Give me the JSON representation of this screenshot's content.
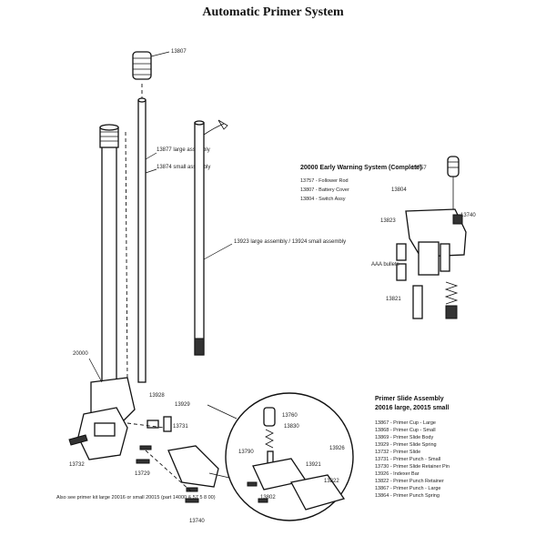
{
  "title": "Automatic Primer System",
  "callouts": {
    "top_cap": "13807",
    "tube_large": "13877 large assembly",
    "tube_small": "13874 small assembly",
    "rod": "13923 large assembly / 13924 small assembly",
    "body": "20000",
    "p1": "13928",
    "p2": "13929",
    "p3": "13731",
    "p4": "13732",
    "p5": "13729",
    "p6": "13740",
    "p7": "13760",
    "p8": "13830",
    "p9": "13926",
    "p10": "13790",
    "p11": "13921",
    "p12": "13822",
    "p13": "13802",
    "sys_top": "13757",
    "sys_a": "13804",
    "sys_b": "13823",
    "sys_c": "13740",
    "sys_d": "13821",
    "sys_e": "AAA bullets"
  },
  "safety_box": {
    "title": "20000 Early Warning System (Complete)",
    "items": [
      "13757 - Follower Rod",
      "13807 - Battery Cover",
      "13804 - Switch Assy"
    ]
  },
  "slide_legend": {
    "title": "Primer Slide Assembly",
    "subtitle": "20016 large, 20015 small",
    "items": [
      "13867 - Primer Cup - Large",
      "13868 - Primer Cup - Small",
      "13869 - Primer Slide Body",
      "13929 - Primer Slide Spring",
      "13732 - Primer Slide",
      "13731 - Primer Punch - Small",
      "13730 - Primer Slide Retainer Pin",
      "13926 - Indexer Bar",
      "13822 - Primer Punch Retainer",
      "13867 - Primer Punch - Large",
      "13864 - Primer Punch Spring"
    ]
  },
  "footnote": "Also see primer kit large 20016 or small 20015 (part 14000 & 57 5 8 00)"
}
